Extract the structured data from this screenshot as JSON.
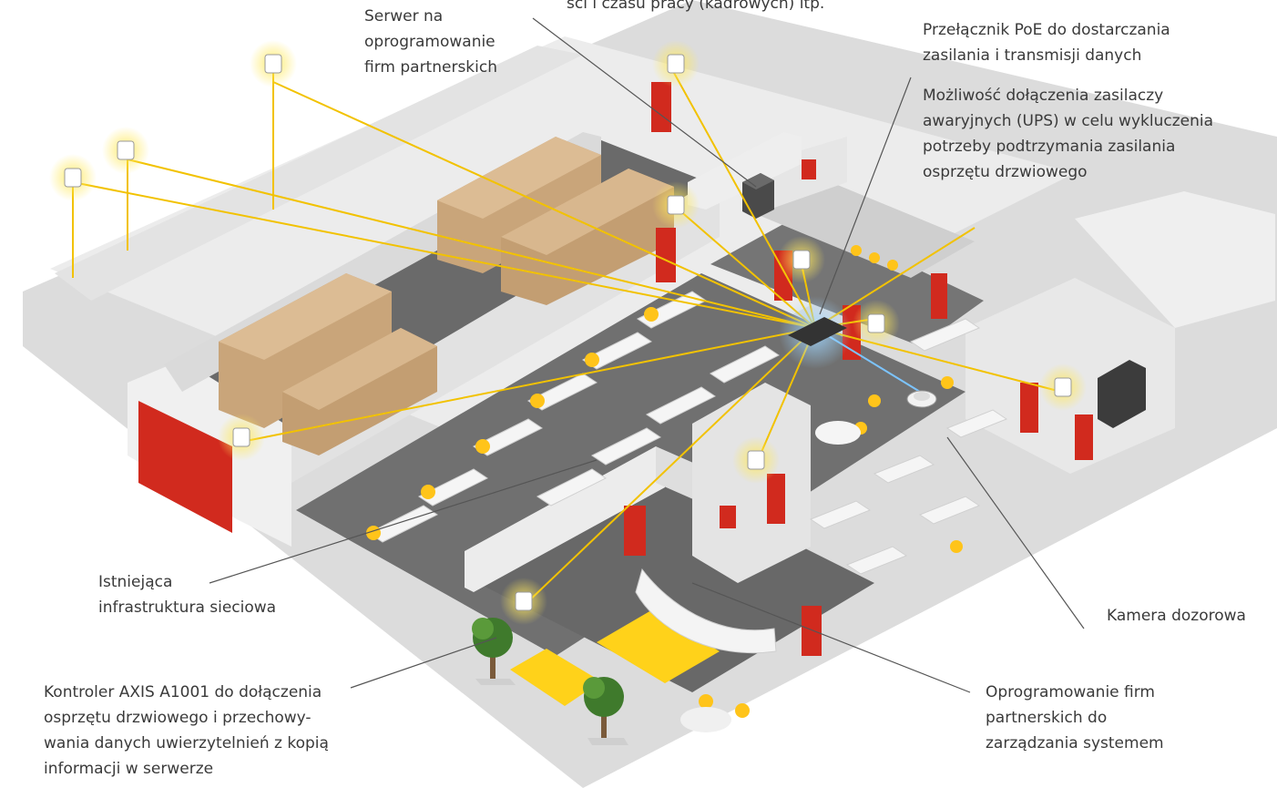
{
  "labels": {
    "top_cut": "ści i czasu pracy (kadrowych) itp.",
    "server": "Serwer na\noprogramowanie\nfirm partnerskich",
    "poe_switch": "Przełącznik PoE do dostarczania\nzasilania i transmisji danych",
    "ups": "Możliwość dołączenia zasilaczy\nawaryjnych (UPS) w celu wykluczenia\npotrzeby podtrzymania zasilania\nosprzętu drzwiowego",
    "network": "Istniejąca\ninfrastruktura sieciowa",
    "camera": "Kamera dozorowa",
    "controller": "Kontroler AXIS A1001 do dołączenia\nosprzętu drzwiowego i przechowy-\nwania danych uwierzytelnień z kopią\ninformacji w serwerze",
    "partner_software": "Oprogramowanie firm\npartnerskich do\nzarządzania systemem"
  },
  "colors": {
    "wall": "#e9e9e9",
    "wall_side": "#d2d2d2",
    "floor": "#6e6e6e",
    "door": "#d12a1e",
    "cable": "#f2c200",
    "accent_yellow": "#ffd21a",
    "box": "#c9a57a",
    "leader": "#555555"
  },
  "icons": [
    "door-controller-icon",
    "poe-switch-icon",
    "server-rack-icon",
    "dome-camera-icon",
    "tree-icon"
  ]
}
